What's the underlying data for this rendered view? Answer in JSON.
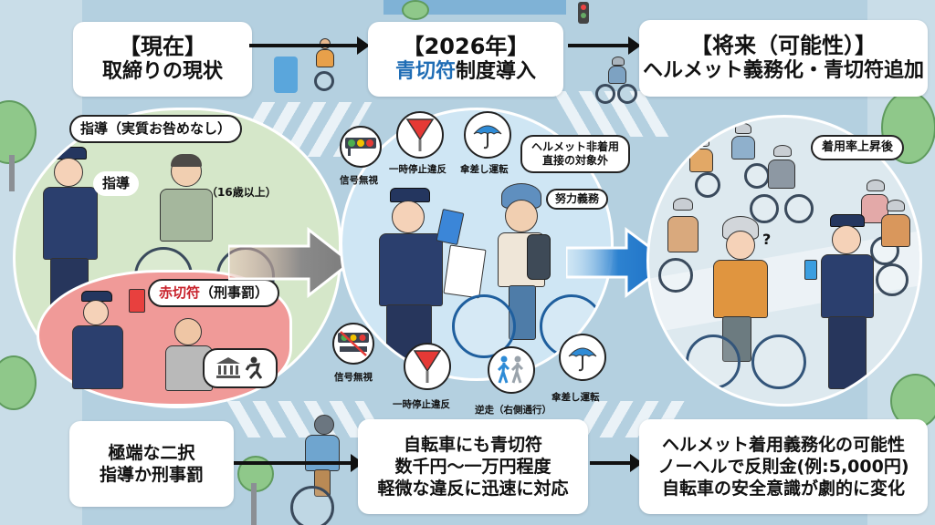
{
  "stages": {
    "current": {
      "title": "【現在】",
      "subtitle": "取締りの現状"
    },
    "y2026": {
      "title": "【2026年】",
      "subtitle_highlight": "青切符",
      "subtitle_rest": "制度導入"
    },
    "future": {
      "title": "【将来（可能性）】",
      "subtitle": "ヘルメット義務化・青切符追加"
    }
  },
  "left_panel": {
    "bubble_guidance_note": "指導（実質お咎めなし）",
    "bubble_guidance": "指導",
    "age_note": "（16歳以上）",
    "bubble_red_ticket_highlight": "赤切符",
    "bubble_red_ticket_rest": "（刑事罰）",
    "icons": [
      "courthouse-icon",
      "fleeing-person-icon"
    ]
  },
  "center_panel": {
    "violations_top": [
      {
        "icon": "traffic-light-icon",
        "label": "信号無視"
      },
      {
        "icon": "yield-sign-icon",
        "label": "一時停止違反"
      },
      {
        "icon": "umbrella-icon",
        "label": "傘差し運転"
      }
    ],
    "bubble_helmet": "ヘルメット非着用\n直接の対象外",
    "bubble_helmet_l1": "ヘルメット非着用",
    "bubble_helmet_l2": "直接の対象外",
    "bubble_effort": "努力義務",
    "violations_bottom": [
      {
        "icon": "traffic-light-crossed-icon",
        "label": "信号無視"
      },
      {
        "icon": "yield-sign-icon",
        "label": "一時停止違反"
      },
      {
        "icon": "wrong-way-walkers-icon",
        "label": "逆走（右側通行）"
      },
      {
        "icon": "umbrella-icon",
        "label": "傘差し運転"
      }
    ]
  },
  "right_panel": {
    "bubble": "着用率上昇後",
    "question_mark": "?"
  },
  "summaries": {
    "current": [
      "極端な二択",
      "指導か刑事罰"
    ],
    "y2026": [
      "自転車にも青切符",
      "数千円〜一万円程度",
      "軽微な違反に迅速に対応"
    ],
    "future": [
      "ヘルメット着用義務化の可能性",
      "ノーヘルで反則金(例:5,000円)",
      "自転車の安全意識が劇的に変化"
    ]
  },
  "colors": {
    "blue_accent": "#1f6db5",
    "red_accent": "#c8222c",
    "left_circle": "#d5e7c9",
    "red_zone": "#f09a98",
    "mid_circle": "#cfe6f4",
    "right_circle": "#dde9ef",
    "gray_arrow": "#8a8a8a",
    "blue_arrow": "#1b6fc4",
    "background": "#a9c9dc"
  }
}
